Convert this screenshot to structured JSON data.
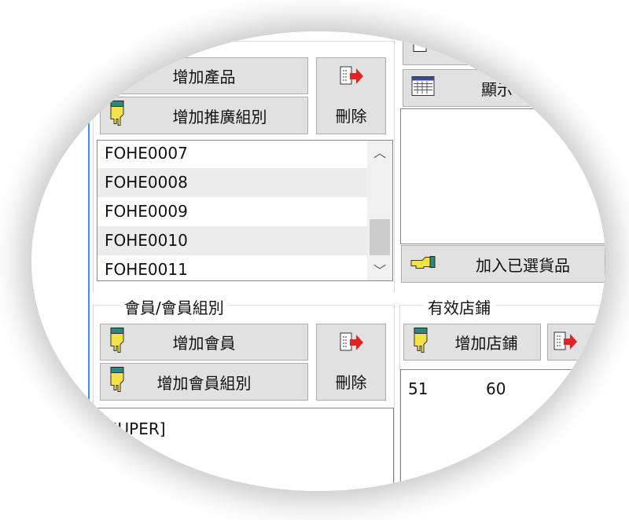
{
  "promotion_group": {
    "add_product": "增加產品",
    "add_promotion_group": "增加推廣組別",
    "delete": "刪除",
    "items": [
      "FOHE0007",
      "FOHE0008",
      "FOHE0009",
      "FOHE0010",
      "FOHE0011"
    ]
  },
  "product_panel": {
    "show_button": "顯示",
    "add_selected": "加入已選貨品"
  },
  "member_group": {
    "title": "會員/會員組別",
    "add_member": "增加會員",
    "add_member_group": "增加會員組別",
    "delete": "刪除",
    "items": [
      "[SUPER]"
    ]
  },
  "stores": {
    "title": "有效店鋪",
    "add_store": "增加店鋪",
    "items": [
      "51",
      "60"
    ]
  }
}
